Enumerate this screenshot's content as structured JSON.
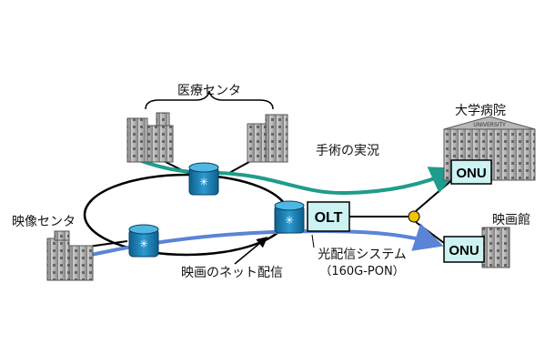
{
  "labels": {
    "medical_center": "医療センタ",
    "video_center": "映像センタ",
    "surgery_live": "手術の実況",
    "university_hospital": "大学病院",
    "university_sign": "UNIVERSITY",
    "cinema": "映画館",
    "movie_net_delivery": "映画のネット配信",
    "optical_system": "光配信システム",
    "optical_system_spec": "（160G-PON）"
  },
  "nodes": {
    "olt": "OLT",
    "onu_hospital": "ONU",
    "onu_cinema": "ONU"
  },
  "colors": {
    "surgery_stream": "#1f9c8c",
    "movie_stream": "#5b84d6",
    "router_fill": "#1e7fb3",
    "box_fill": "#ccf2f2",
    "splitter": "#f2c500"
  }
}
